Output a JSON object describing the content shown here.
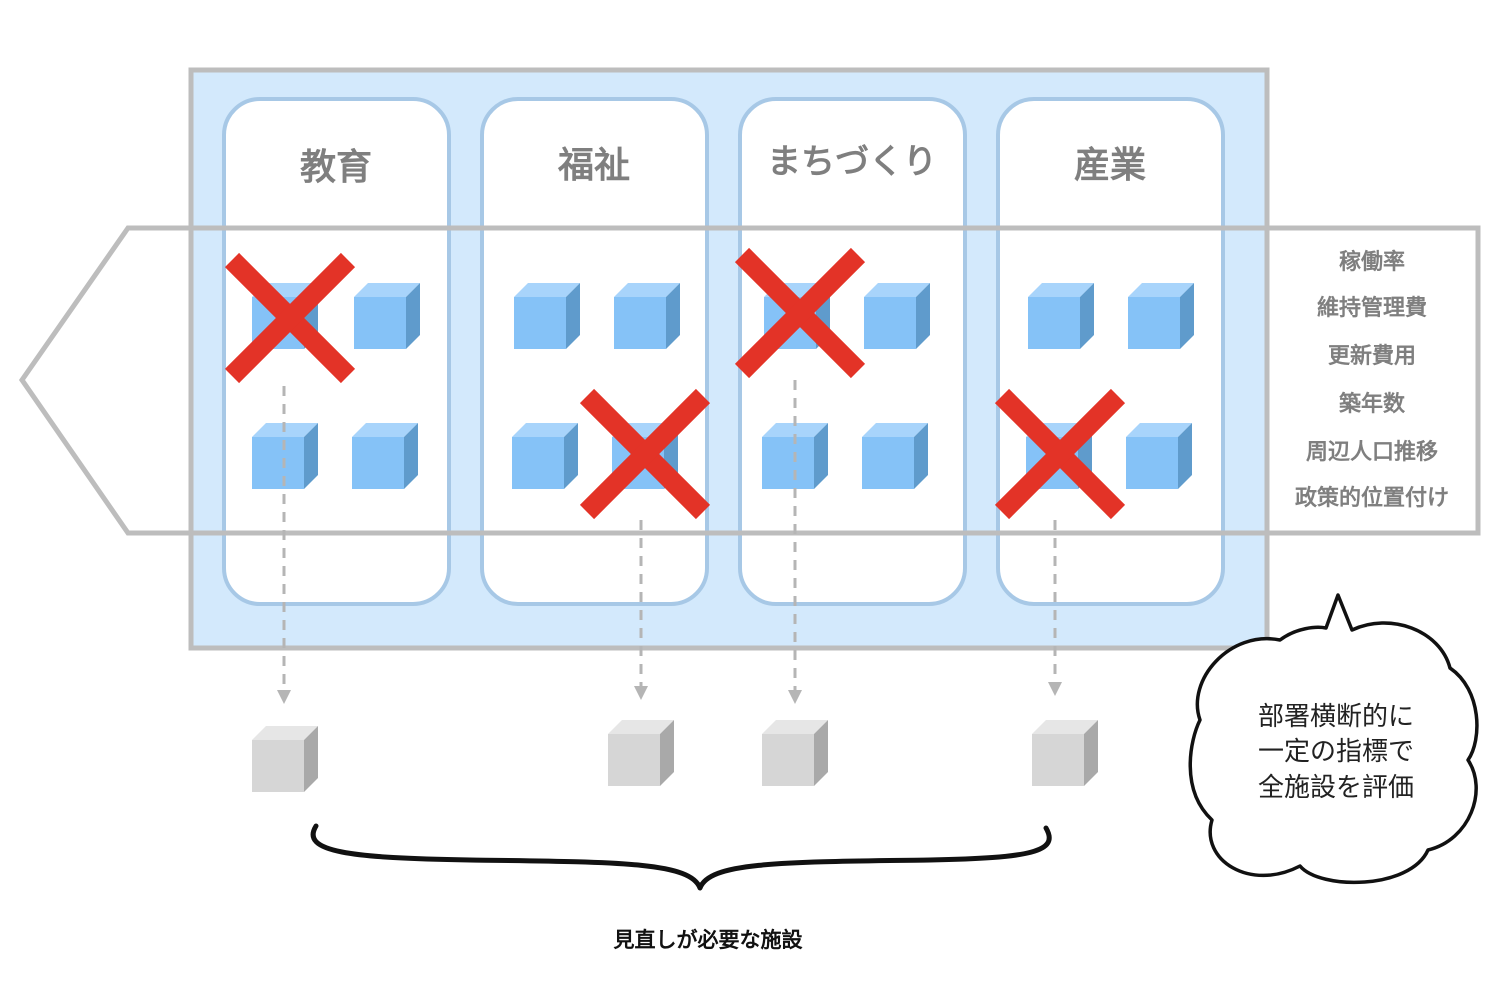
{
  "colors": {
    "panel_fill": "#d3e9fc",
    "panel_border": "#bdbdbd",
    "column_border": "#a7c8e6",
    "cube_blue_front": "#85c2f7",
    "cube_blue_top": "#a8d4fb",
    "cube_blue_side": "#5f9bcc",
    "cube_gray_front": "#d6d6d6",
    "cube_gray_top": "#e6e6e6",
    "cube_gray_side": "#a9a9a9",
    "cross": "#e33327",
    "text_gray": "#7f7f7f",
    "arrow_dash": "#b5b5b5"
  },
  "departments": [
    {
      "name": "教育"
    },
    {
      "name": "福祉"
    },
    {
      "name": "まちづくり"
    },
    {
      "name": "産業"
    }
  ],
  "criteria": [
    "稼働率",
    "維持管理費",
    "更新費用",
    "築年数",
    "周辺人口推移",
    "政策的位置付け"
  ],
  "note": {
    "lines": [
      "部署横断的に",
      "一定の指標で",
      "全施設を評価"
    ]
  },
  "caption": "見直しが必要な施設",
  "icons": {
    "facility": "facility-cube-icon",
    "marked_facility": "review-facility-cube-icon",
    "cross": "cross-mark-icon",
    "arrow": "dashed-down-arrow-icon"
  }
}
